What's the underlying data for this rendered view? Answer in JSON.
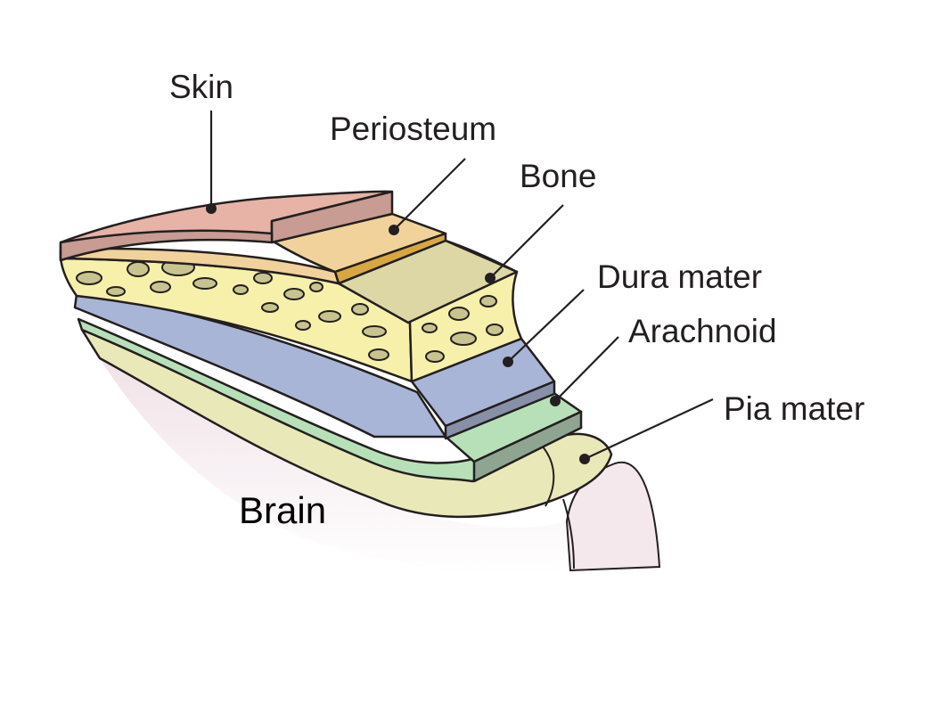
{
  "labels": {
    "skin": "Skin",
    "periosteum": "Periosteum",
    "bone": "Bone",
    "dura_mater": "Dura mater",
    "arachnoid": "Arachnoid",
    "pia_mater": "Pia mater",
    "brain": "Brain"
  },
  "colors": {
    "skin": "#e6b3a6",
    "skin_side": "#c89b93",
    "periosteum": "#f1d29a",
    "periosteum_band": "#d9a73f",
    "bone": "#f6f0aa",
    "bone_top": "#dcd7a4",
    "bone_hole": "#c9c48f",
    "dura_mater": "#a9b5d6",
    "dura_side": "#8890a8",
    "arachnoid": "#b8e0b8",
    "arachnoid_side": "#8fa592",
    "pia_mater": "#e9e8b8",
    "brain_shadow": "#f3e7ec",
    "outline": "#231f20"
  }
}
